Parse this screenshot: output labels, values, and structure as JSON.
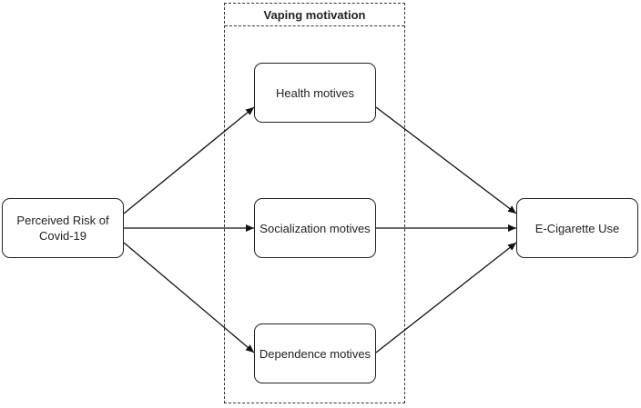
{
  "group": {
    "title": "Vaping motivation"
  },
  "nodes": {
    "risk": "Perceived Risk of Covid-19",
    "health": "Health motives",
    "socialization": "Socialization motives",
    "dependence": "Dependence motives",
    "ecig": "E-Cigarette Use"
  },
  "edges": [
    {
      "from": "risk",
      "to": "health"
    },
    {
      "from": "risk",
      "to": "socialization"
    },
    {
      "from": "risk",
      "to": "dependence"
    },
    {
      "from": "health",
      "to": "ecig"
    },
    {
      "from": "socialization",
      "to": "ecig"
    },
    {
      "from": "dependence",
      "to": "ecig"
    }
  ]
}
